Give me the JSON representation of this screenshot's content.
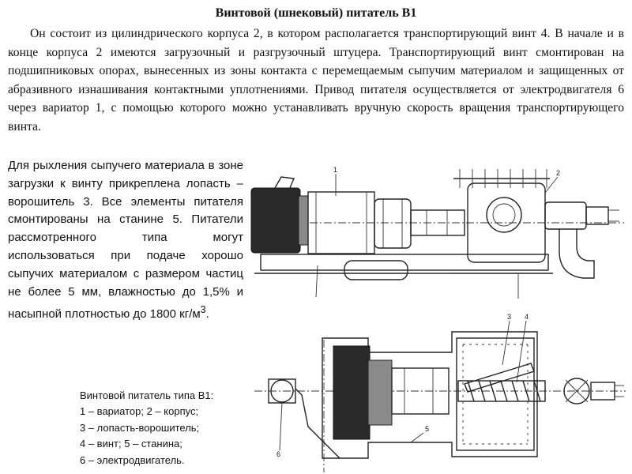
{
  "title": "Винтовой (шнековый) питатель В1",
  "intro": "Он состоит из цилиндрического корпуса 2, в котором располагается транспортирующий винт 4. В начале и в конце корпуса 2 имеются загрузочный и разгрузочный штуцера. Транспортирующий винт смонтирован на подшипниковых опорах, вынесенных из зоны контакта с перемещаемым сыпучим материалом и защищенных от абразивного изнашивания контактными уплотнениями. Привод питателя осуществляется от электродвигателя 6 через вариатор 1, с помощью которого можно устанавливать вручную скорость вращения транспортирующего винта.",
  "side_text": "Для рыхления сыпучего материала в зоне загрузки к винту прикреплена лопасть – ворошитель 3. Все элементы питателя смонтированы на станине 5. Питатели рассмотренного типа могут использоваться при подаче хорошо сыпучих материалом с размером частиц не более 5 мм, влажностью до 1,5% и насыпной плотностью до 1800 кг/м",
  "side_text_sup": "3",
  "side_text_end": ".",
  "caption": {
    "heading": "Винтовой питатель типа В1:",
    "lines": [
      "1 – вариатор; 2 – корпус;",
      "3 – лопасть-ворошитель;",
      "4 – винт; 5 – станина;",
      "6 – электродвигатель."
    ]
  },
  "drawing_labels": {
    "top_1": "1",
    "top_2": "2",
    "bottom_3": "3",
    "bottom_4": "4",
    "bottom_5": "5",
    "bottom_6": "6"
  }
}
